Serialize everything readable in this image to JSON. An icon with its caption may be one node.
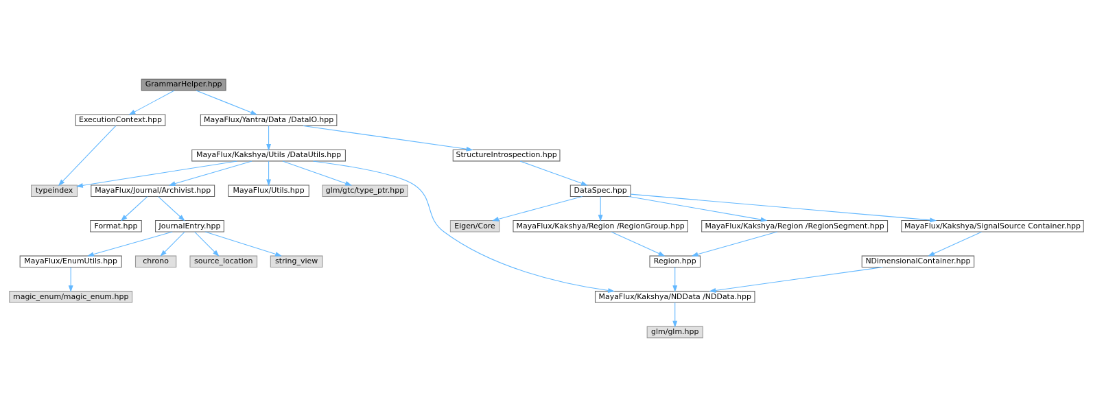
{
  "diagram": {
    "nodes": [
      {
        "text": [
          "GrammarHelper.hpp"
        ]
      },
      {
        "text": [
          "ExecutionContext.hpp"
        ]
      },
      {
        "text": [
          "MayaFlux/Yantra/Data /DataIO.hpp"
        ]
      },
      {
        "text": [
          "MayaFlux/Kakshya/Utils /DataUtils.hpp"
        ]
      },
      {
        "text": [
          "StructureIntrospection.hpp"
        ]
      },
      {
        "text": [
          "typeindex"
        ]
      },
      {
        "text": [
          "MayaFlux/Journal/Archivist.hpp"
        ]
      },
      {
        "text": [
          "MayaFlux/Utils.hpp"
        ]
      },
      {
        "text": [
          "glm/gtc/type_ptr.hpp"
        ]
      },
      {
        "text": [
          "DataSpec.hpp"
        ]
      },
      {
        "text": [
          "Format.hpp"
        ]
      },
      {
        "text": [
          "JournalEntry.hpp"
        ]
      },
      {
        "text": [
          "Eigen/Core"
        ]
      },
      {
        "text": [
          "MayaFlux/Kakshya/Region /RegionGroup.hpp"
        ]
      },
      {
        "text": [
          "MayaFlux/Kakshya/Region /RegionSegment.hpp"
        ]
      },
      {
        "text": [
          "MayaFlux/Kakshya/SignalSource Container.hpp"
        ]
      },
      {
        "text": [
          "MayaFlux/EnumUtils.hpp"
        ]
      },
      {
        "text": [
          "chrono"
        ]
      },
      {
        "text": [
          "source_location"
        ]
      },
      {
        "text": [
          "string_view"
        ]
      },
      {
        "text": [
          "Region.hpp"
        ]
      },
      {
        "text": [
          "NDimensionalContainer.hpp"
        ]
      },
      {
        "text": [
          "magic_enum/magic_enum.hpp"
        ]
      },
      {
        "text": [
          "MayaFlux/Kakshya/NDData /NDData.hpp"
        ]
      },
      {
        "text": [
          "glm/glm.hpp"
        ]
      }
    ],
    "edges": [
      {
        "from": 0,
        "to": 1,
        "arrow": "to"
      },
      {
        "from": 0,
        "to": 2,
        "arrow": "to"
      },
      {
        "from": 1,
        "to": 5,
        "arrow": "to"
      },
      {
        "from": 2,
        "to": 3,
        "arrow": "to"
      },
      {
        "from": 2,
        "to": 4,
        "arrow": "to"
      },
      {
        "from": 3,
        "to": 5,
        "arrow": "to"
      },
      {
        "from": 3,
        "to": 6,
        "arrow": "to"
      },
      {
        "from": 3,
        "to": 7,
        "arrow": "to"
      },
      {
        "from": 3,
        "to": 8,
        "arrow": "to"
      },
      {
        "from": 3,
        "to": 23,
        "arrow": "to"
      },
      {
        "from": 4,
        "to": 9,
        "arrow": "to"
      },
      {
        "from": 6,
        "to": 10,
        "arrow": "to"
      },
      {
        "from": 6,
        "to": 11,
        "arrow": "to"
      },
      {
        "from": 9,
        "to": 12,
        "arrow": "to"
      },
      {
        "from": 9,
        "to": 13,
        "arrow": "to"
      },
      {
        "from": 9,
        "to": 14,
        "arrow": "to"
      },
      {
        "from": 9,
        "to": 15,
        "arrow": "to"
      },
      {
        "from": 11,
        "to": 16,
        "arrow": "to"
      },
      {
        "from": 11,
        "to": 17,
        "arrow": "to"
      },
      {
        "from": 11,
        "to": 18,
        "arrow": "to"
      },
      {
        "from": 11,
        "to": 19,
        "arrow": "to"
      },
      {
        "from": 16,
        "to": 22,
        "arrow": "to"
      },
      {
        "from": 13,
        "to": 20,
        "arrow": "to"
      },
      {
        "from": 14,
        "to": 20,
        "arrow": "to"
      },
      {
        "from": 15,
        "to": 21,
        "arrow": "to"
      },
      {
        "from": 20,
        "to": 23,
        "arrow": "to"
      },
      {
        "from": 21,
        "to": 23,
        "arrow": "to"
      },
      {
        "from": 23,
        "to": 24,
        "arrow": "to"
      }
    ]
  }
}
